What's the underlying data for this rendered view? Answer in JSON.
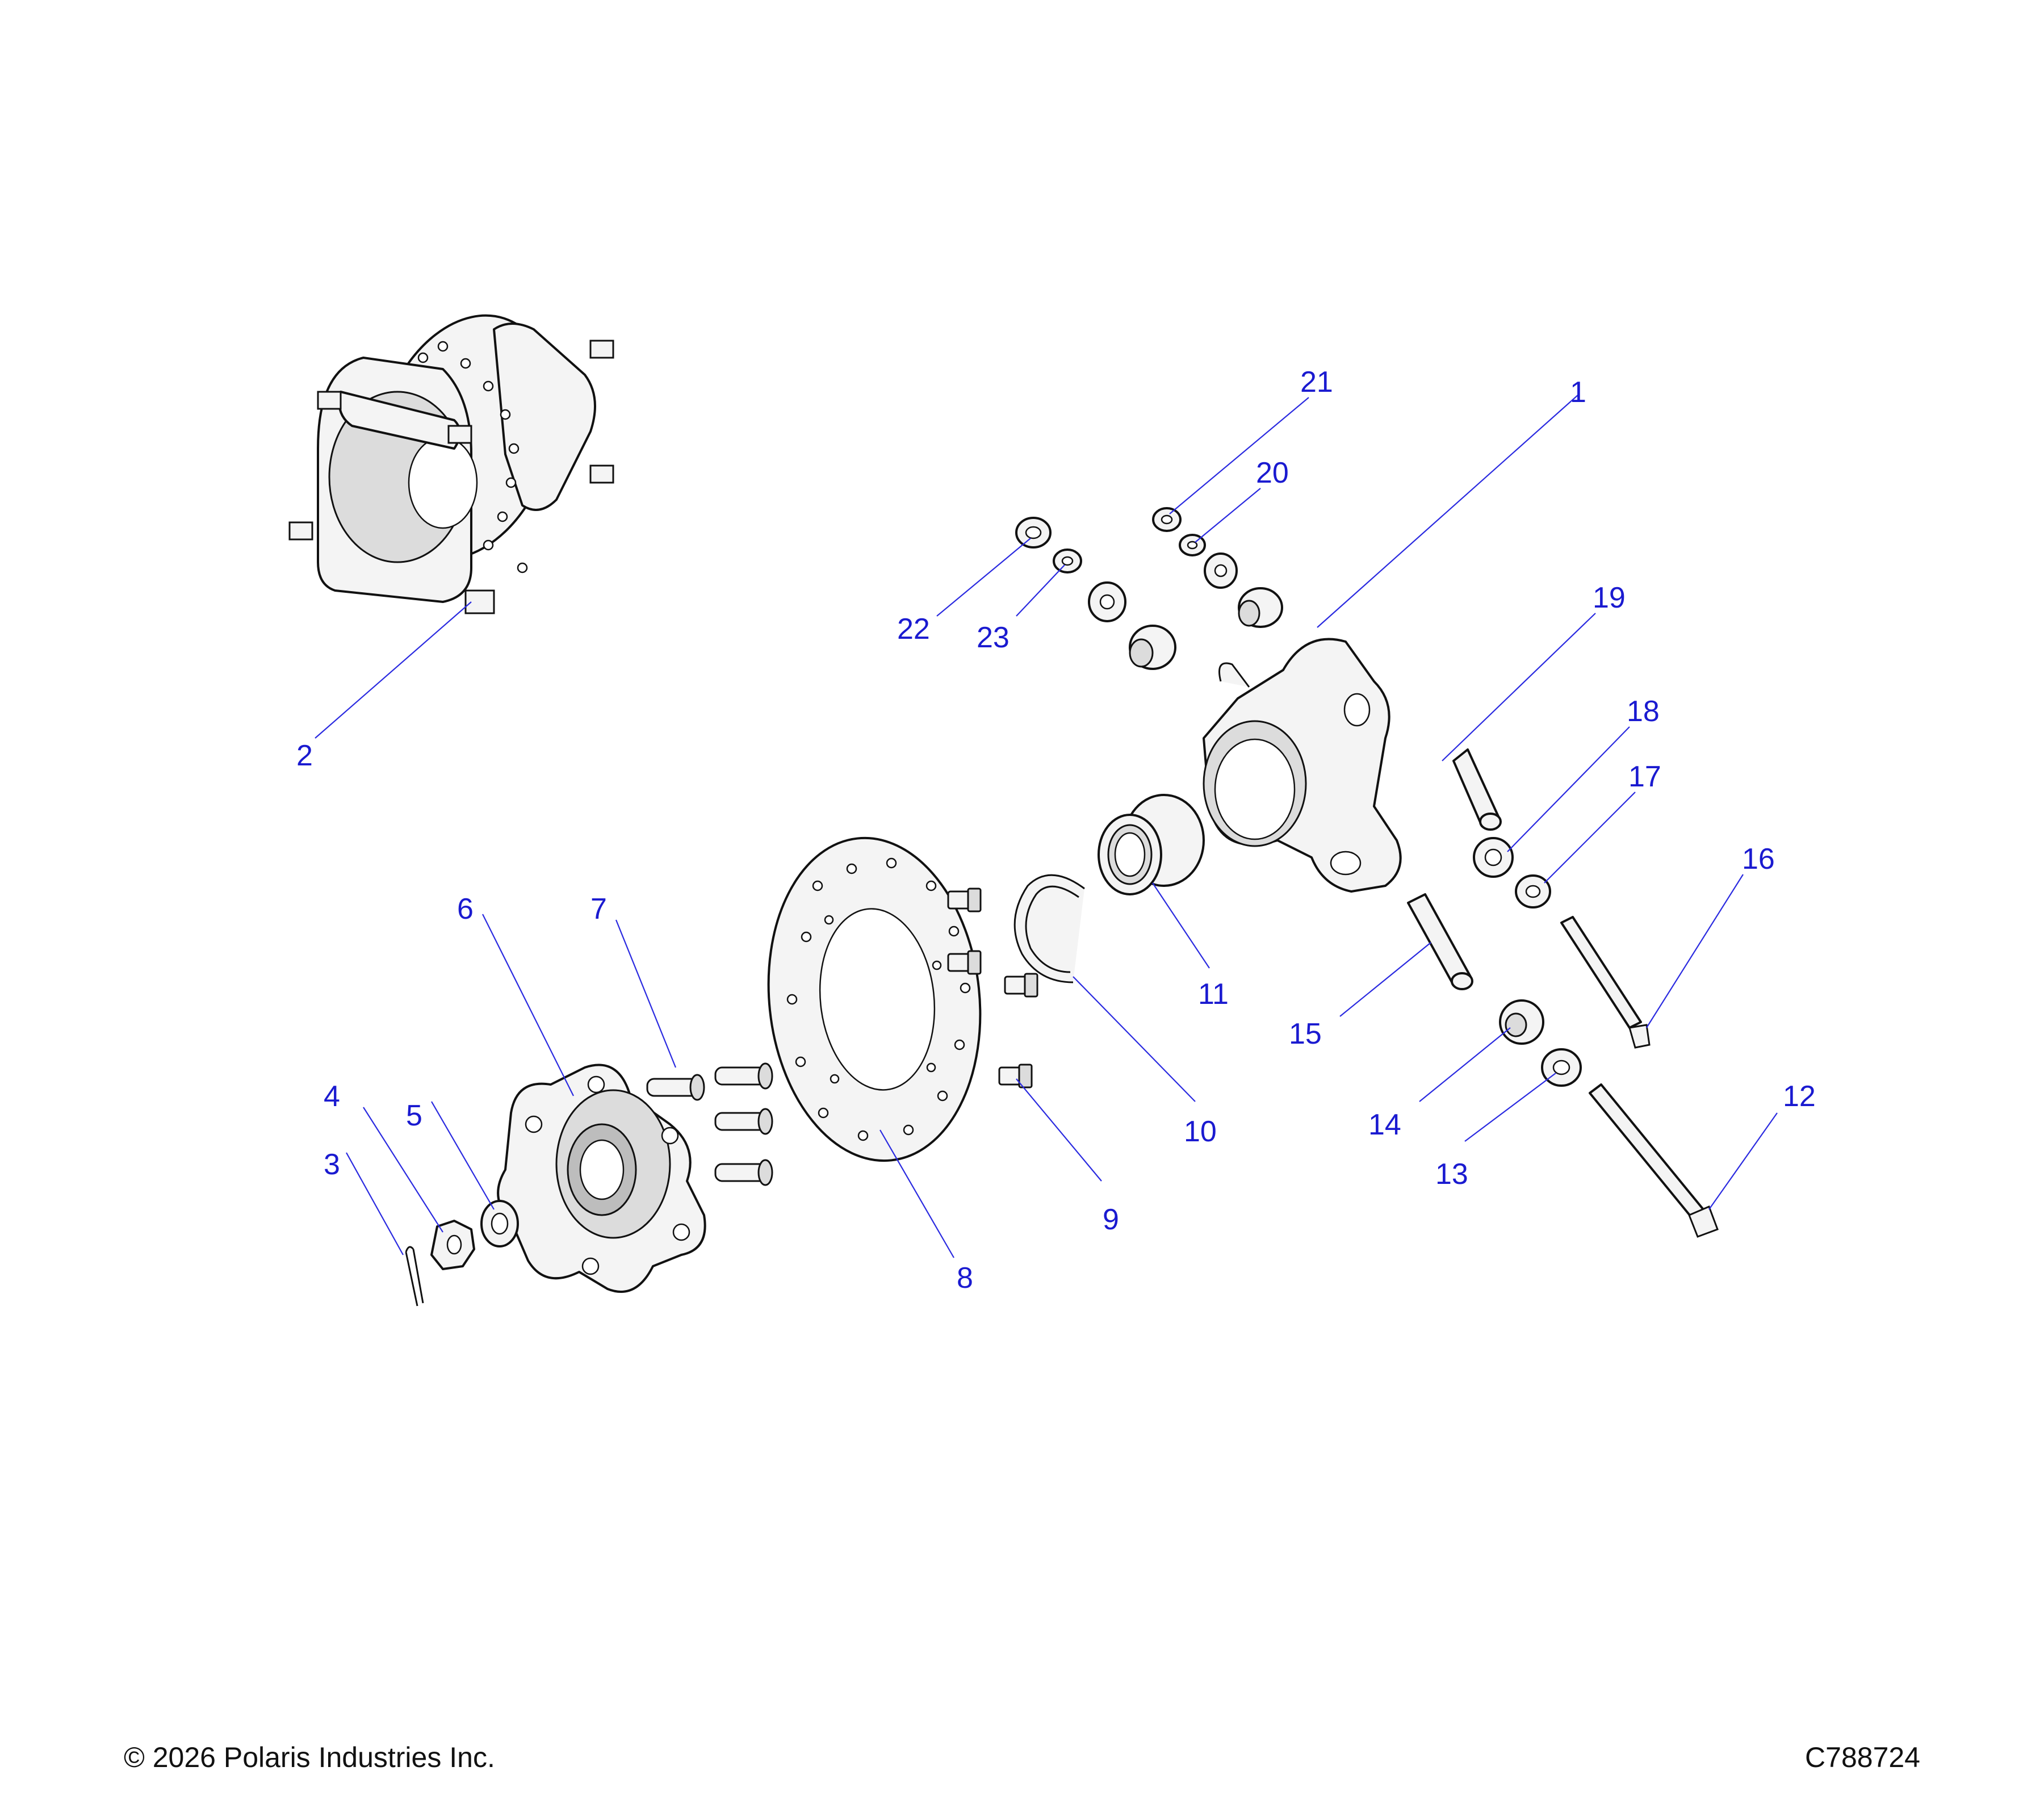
{
  "footer": {
    "copyright": "© 2026 Polaris Industries Inc.",
    "drawing_number": "C788724"
  },
  "callouts": {
    "c1": "1",
    "c2": "2",
    "c3": "3",
    "c4": "4",
    "c5": "5",
    "c6": "6",
    "c7": "7",
    "c8": "8",
    "c9": "9",
    "c10": "10",
    "c11": "11",
    "c12": "12",
    "c13": "13",
    "c14": "14",
    "c15": "15",
    "c16": "16",
    "c17": "17",
    "c18": "18",
    "c19": "19",
    "c20": "20",
    "c21": "21",
    "c22": "22",
    "c23": "23"
  },
  "colors": {
    "callout": "#1a1ad0",
    "line_art": "#111111",
    "background": "#ffffff"
  }
}
